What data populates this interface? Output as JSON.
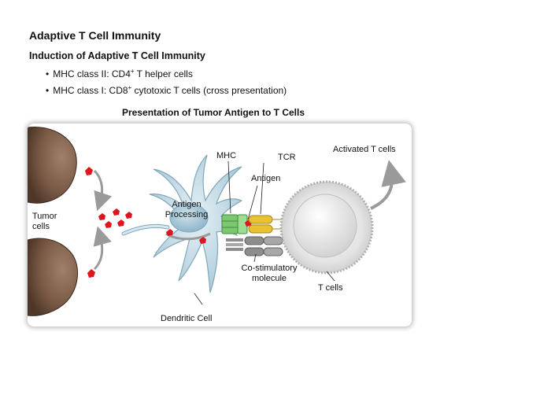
{
  "header": {
    "title": "Adaptive T Cell Immunity",
    "subtitle": "Induction of Adaptive T Cell Immunity",
    "bullets": [
      {
        "prefix": "MHC class II: CD4",
        "sup": "+",
        "suffix": " T helper cells"
      },
      {
        "prefix": "MHC class I: CD8",
        "sup": "+",
        "suffix": " cytotoxic T cells (cross presentation)"
      }
    ]
  },
  "diagram": {
    "title": "Presentation of Tumor Antigen to T Cells",
    "labels": {
      "tumor_cells": [
        "Tumor",
        "cells"
      ],
      "antigen_processing": [
        "Antigen",
        "Processing"
      ],
      "mhc": "MHC",
      "tcr": "TCR",
      "antigen": "Antigen",
      "activated_t_cells": "Activated T cells",
      "co_stimulatory": [
        "Co-stimulatory",
        "molecule"
      ],
      "t_cells": "T cells",
      "dendritic_cell": "Dendritic Cell"
    },
    "colors": {
      "tumor_cell": "#7a5a45",
      "dendritic_cell": "#b9d4e0",
      "nucleus": "#9bbfd0",
      "antigen": "#e0141e",
      "mhc": "#7cc870",
      "tcr": "#e8c230",
      "co_stimulatory": "#8d8d8d",
      "t_cell": "#dedede",
      "arrow": "#9a9a9a"
    }
  }
}
